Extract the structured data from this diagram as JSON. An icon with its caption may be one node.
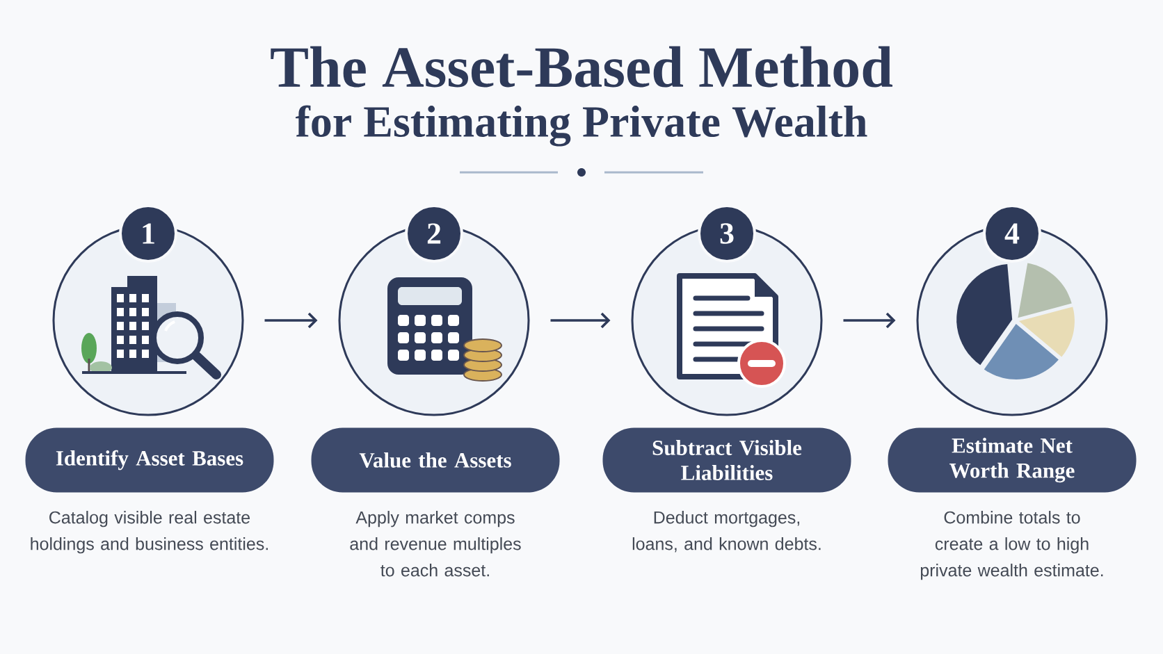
{
  "diagram": {
    "title": "The Asset-Based Method",
    "nodes": [
      {
        "text": [
          "1"
        ]
      },
      {
        "text": [
          "Identify Asset Bases"
        ],
        "beside": [
          "Catalog visible real estate holdings and business entities."
        ]
      },
      {
        "text": [
          "2"
        ]
      },
      {
        "text": [
          "Value the Assets"
        ],
        "beside": [
          "Apply market comps and revenue multiples to each asset."
        ]
      },
      {
        "text": [
          "3"
        ]
      },
      {
        "text": [
          "Subtract Visible Liabilities"
        ],
        "beside": [
          "Deduct mortgages, loans, and known debts."
        ]
      },
      {
        "text": [
          "4"
        ]
      },
      {
        "text": [
          "Estimate Net Worth Range"
        ],
        "beside": [
          "Combine totals to create a low to high private wealth estimate."
        ]
      }
    ],
    "edges": [
      {
        "from": 0,
        "to": 2,
        "arrow": "to"
      },
      {
        "from": 2,
        "to": 4,
        "arrow": "to"
      },
      {
        "from": 4,
        "to": 6,
        "arrow": "to"
      }
    ],
    "labels": [
      "for Estimating Private Wealth"
    ]
  }
}
